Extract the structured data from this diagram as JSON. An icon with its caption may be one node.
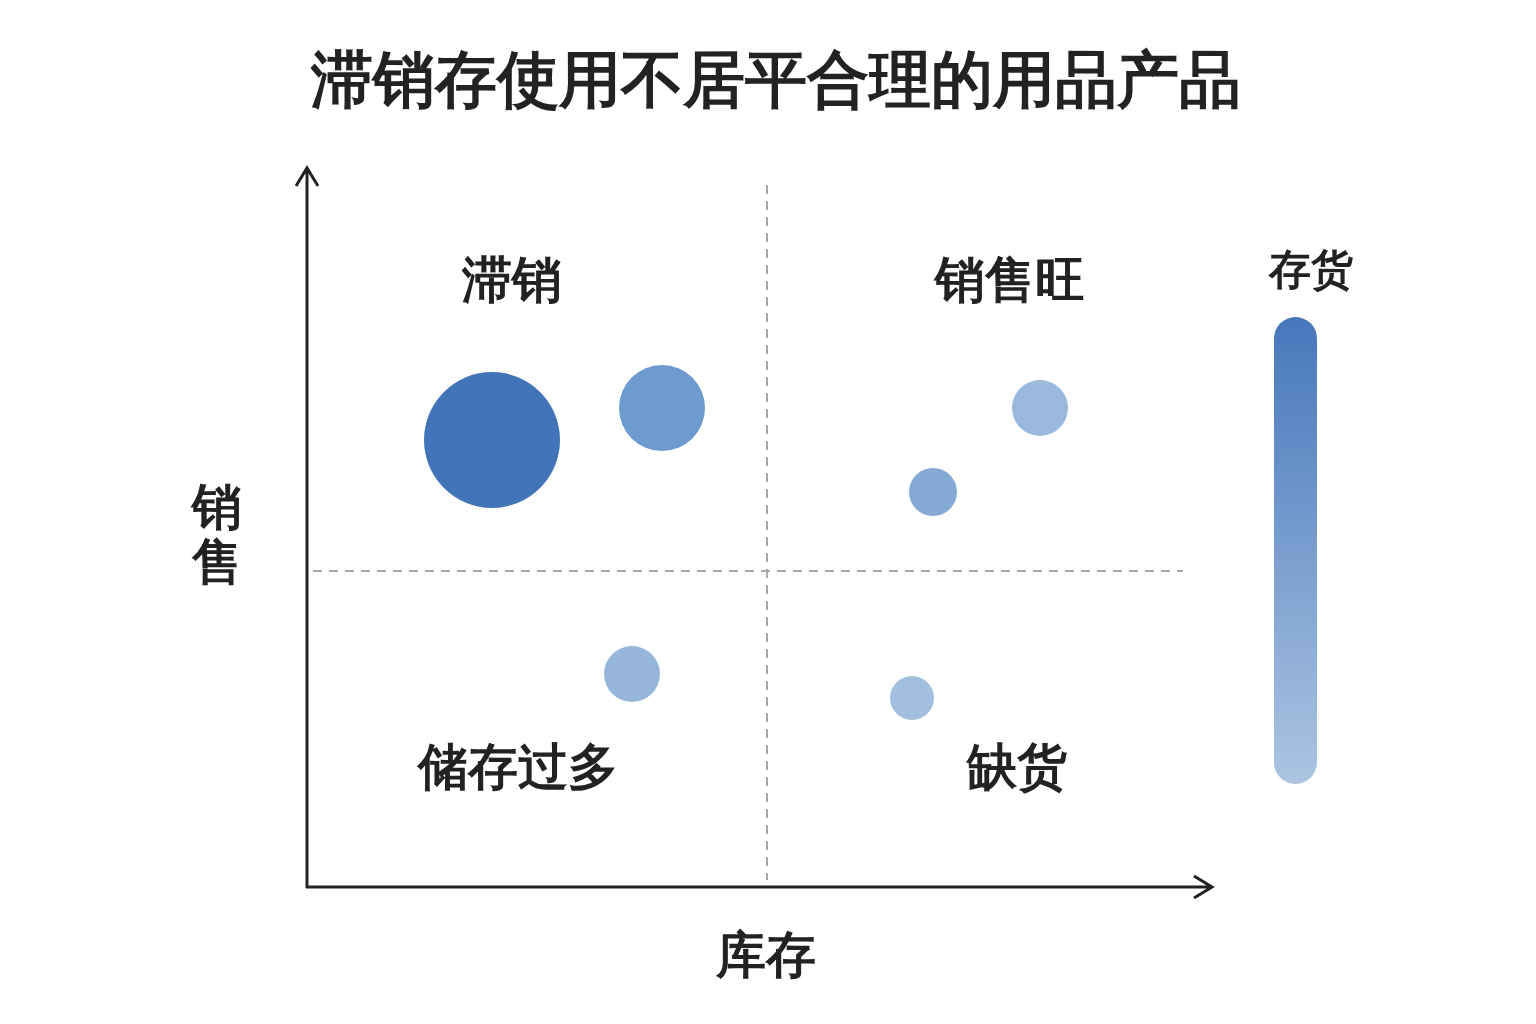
{
  "diagram": {
    "title": "滞销存使用不居平合理的用品产品",
    "nodes": [
      {
        "text": [],
        "shape": "circle"
      },
      {
        "text": [],
        "shape": "circle"
      },
      {
        "text": [],
        "shape": "circle"
      },
      {
        "text": [],
        "shape": "circle"
      },
      {
        "text": [],
        "shape": "circle"
      },
      {
        "text": [],
        "shape": "circle"
      }
    ],
    "labels": [
      "滞销",
      "销售旺",
      "销售",
      "储存过多",
      "缺货",
      "库存"
    ],
    "legend": [
      {
        "text": "存货"
      }
    ]
  }
}
